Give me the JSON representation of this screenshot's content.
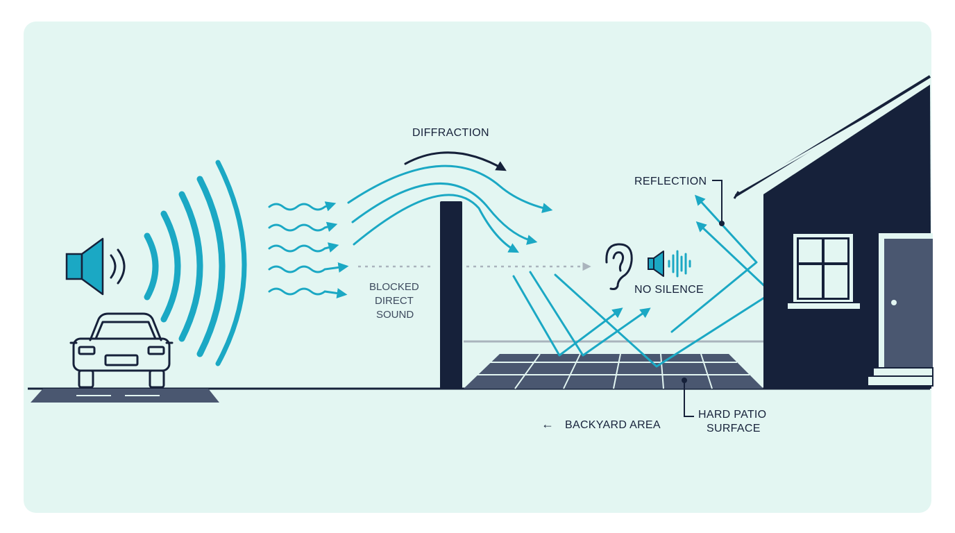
{
  "labels": {
    "diffraction": "DIFFRACTION",
    "reflection": "REFLECTION",
    "blocked_line1": "BLOCKED",
    "blocked_line2": "DIRECT",
    "blocked_line3": "SOUND",
    "no_silence": "NO SILENCE",
    "backyard": "BACKYARD AREA",
    "patio_line1": "HARD PATIO",
    "patio_line2": "SURFACE",
    "backyard_arrow": "←"
  },
  "icons": {
    "speaker": "speaker-icon",
    "car": "car-icon",
    "ear": "ear-icon",
    "sound_wave": "sound-wave-icon",
    "house": "house-icon"
  },
  "colors": {
    "background": "#e3f6f2",
    "wave": "#1ba8c4",
    "dark": "#16213a",
    "patio": "#4a5770",
    "dotted": "#aab4bd"
  }
}
